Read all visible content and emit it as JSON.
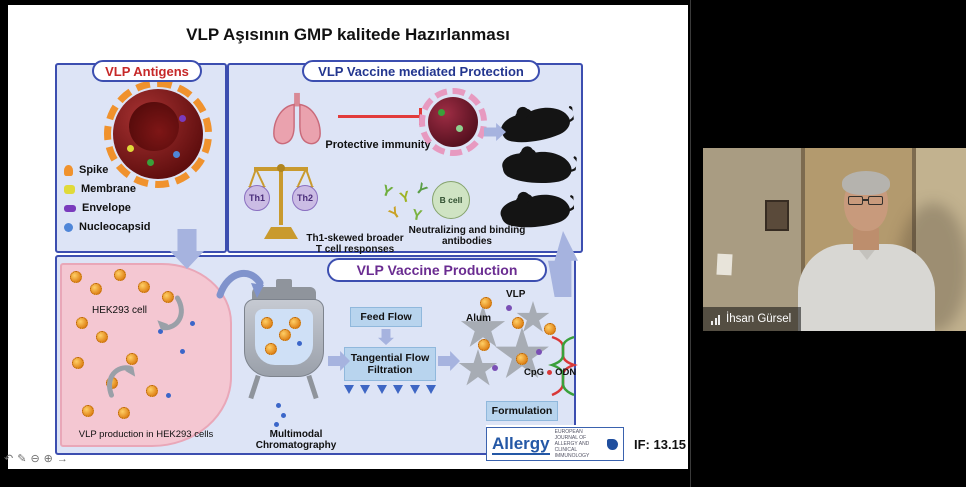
{
  "slide": {
    "title": "VLP Aşısının GMP kalitede Hazırlanması",
    "antigens": {
      "label": "VLP Antigens",
      "legend": [
        {
          "name": "Spike",
          "color": "#f0922d"
        },
        {
          "name": "Membrane",
          "color": "#e0da3a"
        },
        {
          "name": "Envelope",
          "color": "#7a3bbd"
        },
        {
          "name": "Nucleocapsid",
          "color": "#4f86d8"
        }
      ]
    },
    "protection": {
      "label": "VLP Vaccine mediated Protection",
      "protective_immunity": "Protective immunity",
      "th1": "Th1",
      "th2": "Th2",
      "th_caption": "Th1-skewed broader\nT cell responses",
      "antibody_caption": "Neutralizing and binding\nantibodies",
      "b_cell": "B cell"
    },
    "production": {
      "label": "VLP Vaccine Production",
      "hek_cell": "HEK293 cell",
      "hek_caption": "VLP production in HEK293 cells",
      "chromatography": "Multimodal\nChromatography",
      "feed_flow": "Feed Flow",
      "tangential": "Tangential Flow\nFiltration",
      "formulation": "Formulation",
      "alum": "Alum",
      "vlp": "VLP",
      "cpg": "CpG",
      "odn": "ODN"
    },
    "journal": {
      "name": "Allergy",
      "subtitle": "EUROPEAN JOURNAL OF ALLERGY AND CLINICAL IMMUNOLOGY",
      "impact_factor": "IF: 13.15"
    }
  },
  "glyphs": {
    "antibody": "Y"
  },
  "annotation_toolbar": {
    "icons": [
      {
        "name": "undo",
        "glyph": "↶"
      },
      {
        "name": "pen",
        "glyph": "✎"
      },
      {
        "name": "zoom-out",
        "glyph": "⊖"
      },
      {
        "name": "zoom-in",
        "glyph": "⊕"
      },
      {
        "name": "pointer",
        "glyph": "→"
      }
    ]
  },
  "meeting": {
    "participant": "İhsan Gürsel"
  },
  "colors": {
    "panel_border": "#3c4eb0",
    "panel_bg": "#dde4f6",
    "antigens_label": "#c62828",
    "protection_label": "#23368f",
    "production_label": "#6a2c91",
    "journal_blue": "#2458a6"
  }
}
